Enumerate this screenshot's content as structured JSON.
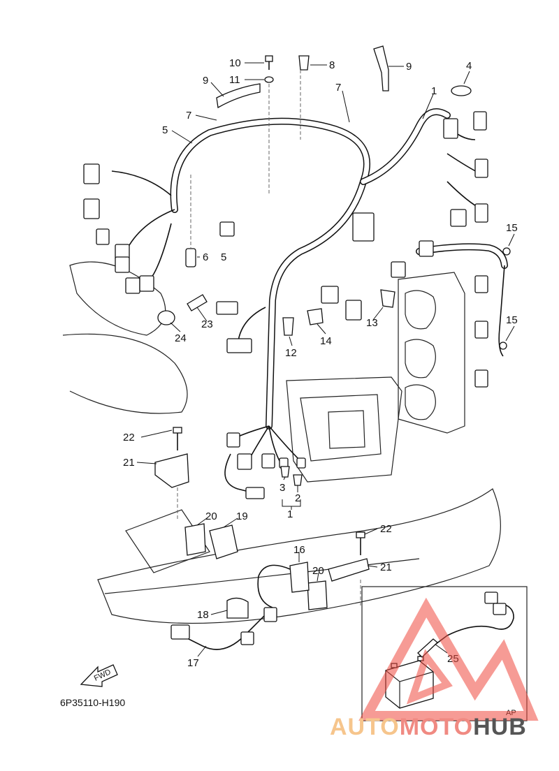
{
  "diagram": {
    "part_code": "6P35110-H190",
    "fwd_label": "FWD",
    "inset_label": "AP",
    "callouts": {
      "c1": "1",
      "c1b": "1",
      "c2": "2",
      "c3": "3",
      "c4": "4",
      "c5": "5",
      "c65": "6",
      "c65b": "5",
      "c7a": "7",
      "c7b": "7",
      "c8": "8",
      "c9a": "9",
      "c9b": "9",
      "c10": "10",
      "c11": "11",
      "c12": "12",
      "c13": "13",
      "c14": "14",
      "c15a": "15",
      "c15b": "15",
      "c16": "16",
      "c17": "17",
      "c18": "18",
      "c19": "19",
      "c20a": "20",
      "c20b": "20",
      "c21a": "21",
      "c21b": "21",
      "c22a": "22",
      "c22b": "22",
      "c23": "23",
      "c24": "24",
      "c25": "25"
    }
  },
  "watermark": {
    "part1": "AUTO",
    "part2": "MOTO",
    "part3": "HUB",
    "colors": {
      "part1": "#f6c58c",
      "part2": "#f08a82",
      "part3": "#555555",
      "triangle": "#f04a3f"
    }
  }
}
